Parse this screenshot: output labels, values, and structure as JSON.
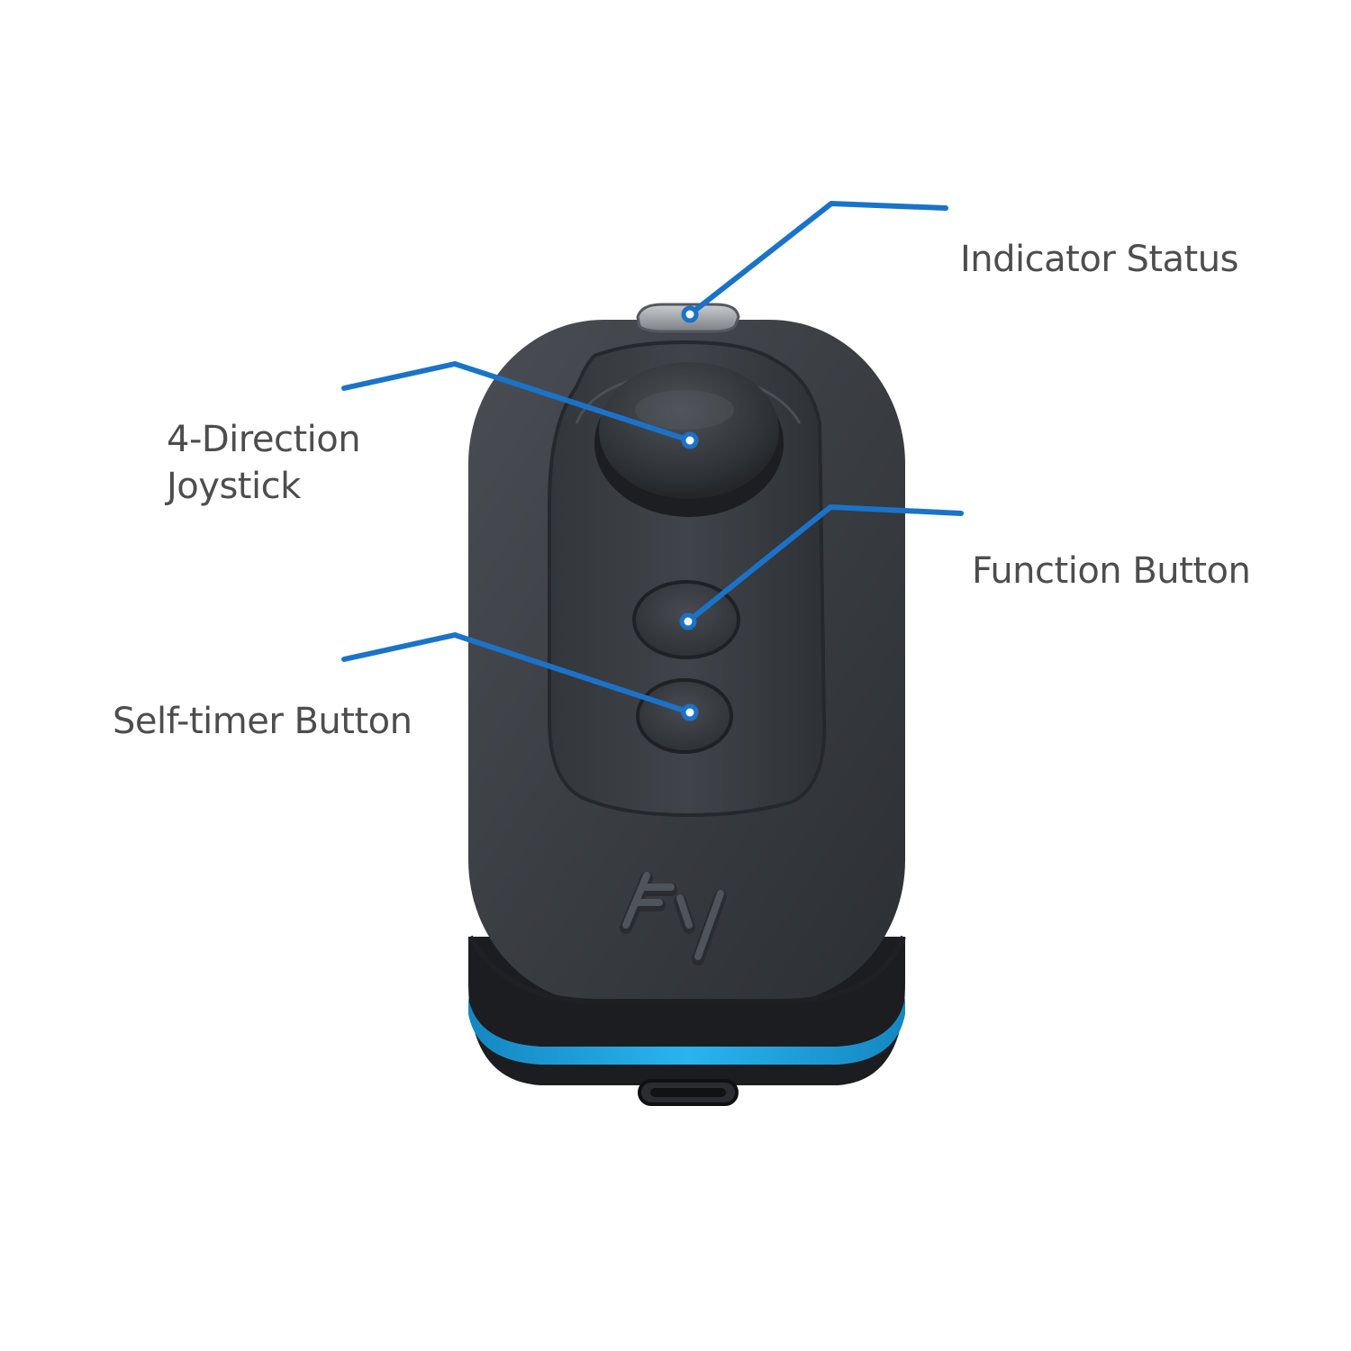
{
  "labels": {
    "indicator_status": "Indicator Status",
    "joystick_line1": "4-Direction",
    "joystick_line2": "Joystick",
    "function_button": "Function Button",
    "self_timer_button": "Self-timer Button"
  },
  "logo_text": "Fy",
  "colors": {
    "leader_line": "#1a73c9",
    "accent_band": "#1aa6e6",
    "device_body": "#3a3d42",
    "label_text": "#4d4d4d"
  }
}
